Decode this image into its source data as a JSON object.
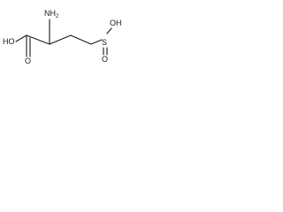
{
  "molecule": {
    "labels": {
      "hydroxyl_left": "HO",
      "carbonyl_oxygen": "O",
      "amino_group": "NH",
      "amino_subscript": "2",
      "sulfur": "S",
      "sulfonic_hydroxyl": "OH",
      "sulfonyl_oxygen": "O"
    }
  }
}
